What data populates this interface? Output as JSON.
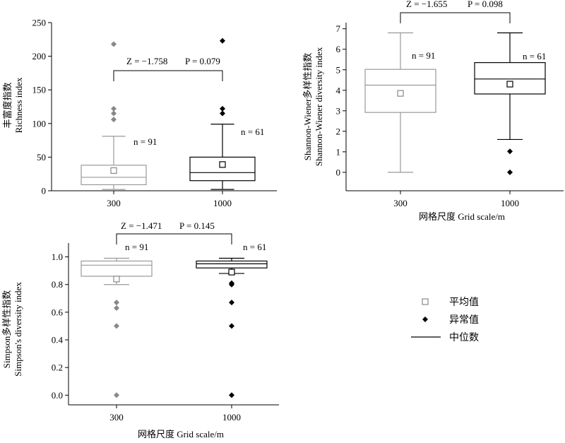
{
  "legend": {
    "items": [
      {
        "label": "平均值",
        "marker": "open-square",
        "color": "#888888"
      },
      {
        "label": "异常值",
        "marker": "filled-diamond",
        "color": "#000000"
      },
      {
        "label": "中位数",
        "marker": "line",
        "color": "#000000"
      }
    ]
  },
  "chart_data": [
    {
      "type": "box",
      "ylabel_line1": "丰富度指数",
      "ylabel_line2": "Richness index",
      "xlabel": "",
      "ylim": [
        0,
        250
      ],
      "yticks": [
        "0",
        "50",
        "100",
        "150",
        "200",
        "250"
      ],
      "ytick_values": [
        0,
        50,
        100,
        150,
        200,
        250
      ],
      "categories": [
        "300",
        "1000"
      ],
      "groups": [
        {
          "category": "300",
          "color": "#999999",
          "n_label": "n = 91",
          "whisker_low": 2,
          "q1": 9,
          "median": 20,
          "q3": 38,
          "whisker_high": 81,
          "mean": 30,
          "outliers": [
            106,
            115,
            122,
            218
          ]
        },
        {
          "category": "1000",
          "color": "#000000",
          "n_label": "n = 61",
          "whisker_low": 2,
          "q1": 15,
          "median": 27,
          "q3": 50,
          "whisker_high": 99,
          "mean": 39,
          "outliers": [
            115,
            122,
            223
          ]
        }
      ],
      "test": {
        "z": "Z = −1.758",
        "p": "P = 0.079"
      }
    },
    {
      "type": "box",
      "ylabel_line1": "Shannon-Wiener多样性指数",
      "ylabel_line2": "Shannon-Wiener diversity index",
      "xlabel": "网格尺度 Grid scale/m",
      "ylim": [
        -0.9,
        7.3
      ],
      "yticks": [
        "0",
        "1",
        "2",
        "3",
        "4",
        "5",
        "6",
        "7"
      ],
      "ytick_values": [
        0,
        1,
        2,
        3,
        4,
        5,
        6,
        7
      ],
      "categories": [
        "300",
        "1000"
      ],
      "groups": [
        {
          "category": "300",
          "color": "#999999",
          "n_label": "n = 91",
          "whisker_low": 0,
          "q1": 2.92,
          "median": 4.25,
          "q3": 5.02,
          "whisker_high": 6.8,
          "mean": 3.85,
          "outliers": []
        },
        {
          "category": "1000",
          "color": "#000000",
          "n_label": "n = 61",
          "whisker_low": 1.6,
          "q1": 3.82,
          "median": 4.55,
          "q3": 5.35,
          "whisker_high": 6.8,
          "mean": 4.3,
          "outliers": [
            0,
            1.02
          ]
        }
      ],
      "test": {
        "z": "Z = −1.655",
        "p": "P = 0.098"
      }
    },
    {
      "type": "box",
      "ylabel_line1": "Simpson多样性指数",
      "ylabel_line2": "Simpson's diversity index",
      "xlabel": "网格尺度 Grid scale/m",
      "ylim": [
        -0.07,
        1.1
      ],
      "yticks": [
        "0.0",
        "0.2",
        "0.4",
        "0.6",
        "0.8",
        "1.0"
      ],
      "ytick_values": [
        0,
        0.2,
        0.4,
        0.6,
        0.8,
        1.0
      ],
      "categories": [
        "300",
        "1000"
      ],
      "groups": [
        {
          "category": "300",
          "color": "#999999",
          "n_label": "n = 91",
          "whisker_low": 0.8,
          "q1": 0.86,
          "median": 0.94,
          "q3": 0.97,
          "whisker_high": 0.99,
          "mean": 0.84,
          "outliers": [
            0,
            0.5,
            0.63,
            0.67
          ]
        },
        {
          "category": "1000",
          "color": "#000000",
          "n_label": "n = 61",
          "whisker_low": 0.88,
          "q1": 0.92,
          "median": 0.95,
          "q3": 0.97,
          "whisker_high": 0.99,
          "mean": 0.89,
          "outliers": [
            0,
            0.5,
            0.67,
            0.8,
            0.81
          ]
        }
      ],
      "test": {
        "z": "Z = −1.471",
        "p": "P = 0.145"
      }
    }
  ]
}
